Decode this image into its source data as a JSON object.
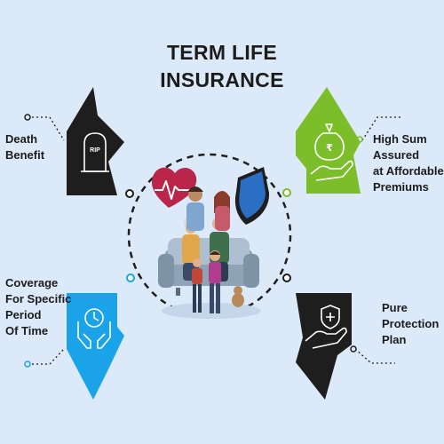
{
  "title": {
    "line1": "TERM LIFE",
    "line2": "INSURANCE"
  },
  "features": [
    {
      "id": "death-benefit",
      "icon": "tombstone-icon",
      "icon_text": "RIP",
      "color": "#1e1e1e",
      "lines": [
        "Death",
        "Benefit"
      ]
    },
    {
      "id": "high-sum-assured",
      "icon": "money-bag-hand-icon",
      "icon_text": "₹",
      "color": "#7cbd2a",
      "lines": [
        "High Sum",
        "Assured",
        "at Affordable",
        "Premiums"
      ]
    },
    {
      "id": "coverage-period",
      "icon": "clock-hands-icon",
      "color": "#1aa3e8",
      "lines": [
        "Coverage",
        "For Specific",
        "Period",
        "Of Time"
      ]
    },
    {
      "id": "pure-protection",
      "icon": "shield-hand-icon",
      "color": "#1e1e1e",
      "lines": [
        "Pure",
        "Protection",
        "Plan"
      ]
    }
  ],
  "center": {
    "illustration": "family-heart-shield-icon"
  },
  "colors": {
    "background": "#dbe9f9",
    "dark": "#1e1e1e",
    "green": "#7cbd2a",
    "blue": "#1aa3e8",
    "red": "#b9264a",
    "shield": "#2a6fc4"
  }
}
